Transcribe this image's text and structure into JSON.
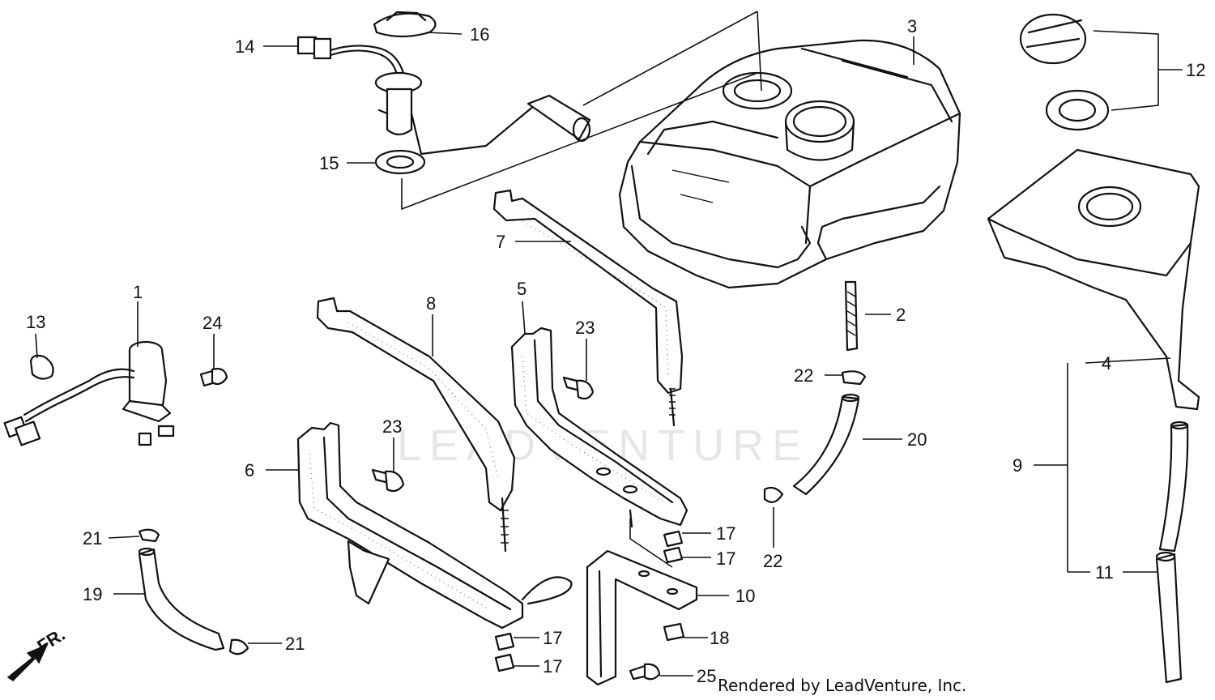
{
  "diagram": {
    "watermark": "LEADVENTURE",
    "footer": "Rendered by LeadVenture, Inc.",
    "direction_label": "FR.",
    "callouts": [
      {
        "id": "1",
        "text": "1"
      },
      {
        "id": "2",
        "text": "2"
      },
      {
        "id": "3",
        "text": "3"
      },
      {
        "id": "4",
        "text": "4"
      },
      {
        "id": "5",
        "text": "5"
      },
      {
        "id": "6",
        "text": "6"
      },
      {
        "id": "7",
        "text": "7"
      },
      {
        "id": "8",
        "text": "8"
      },
      {
        "id": "9",
        "text": "9"
      },
      {
        "id": "10",
        "text": "10"
      },
      {
        "id": "11",
        "text": "11"
      },
      {
        "id": "12",
        "text": "12"
      },
      {
        "id": "13",
        "text": "13"
      },
      {
        "id": "14",
        "text": "14"
      },
      {
        "id": "15",
        "text": "15"
      },
      {
        "id": "16",
        "text": "16"
      },
      {
        "id": "17a",
        "text": "17"
      },
      {
        "id": "17b",
        "text": "17"
      },
      {
        "id": "17c",
        "text": "17"
      },
      {
        "id": "17d",
        "text": "17"
      },
      {
        "id": "18",
        "text": "18"
      },
      {
        "id": "19",
        "text": "19"
      },
      {
        "id": "20",
        "text": "20"
      },
      {
        "id": "21a",
        "text": "21"
      },
      {
        "id": "21b",
        "text": "21"
      },
      {
        "id": "22a",
        "text": "22"
      },
      {
        "id": "22b",
        "text": "22"
      },
      {
        "id": "23a",
        "text": "23"
      },
      {
        "id": "23b",
        "text": "23"
      },
      {
        "id": "24",
        "text": "24"
      },
      {
        "id": "25",
        "text": "25"
      }
    ]
  }
}
